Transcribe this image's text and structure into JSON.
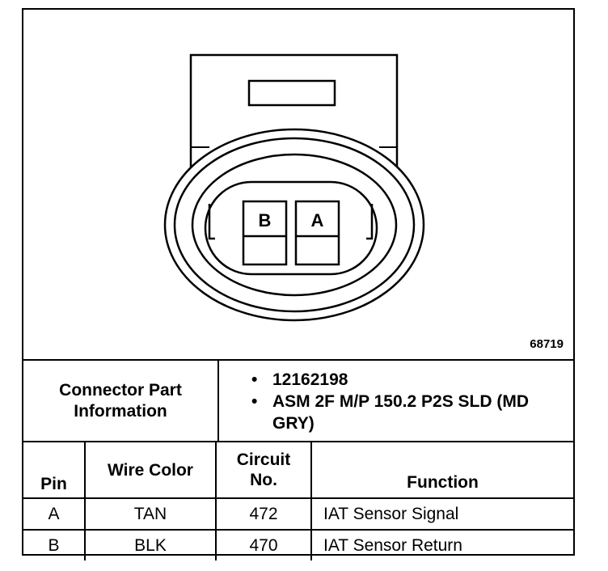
{
  "diagram": {
    "figure_number": "68719",
    "terminals": [
      {
        "label": "B"
      },
      {
        "label": "A"
      }
    ]
  },
  "connector_info": {
    "label_line1": "Connector Part",
    "label_line2": "Information",
    "parts": [
      "12162198",
      "ASM 2F M/P 150.2 P2S SLD (MD GRY)"
    ]
  },
  "pin_table": {
    "headers": {
      "pin": "Pin",
      "wire_color": "Wire Color",
      "circuit_line1": "Circuit",
      "circuit_line2": "No.",
      "function": "Function"
    },
    "rows": [
      {
        "pin": "A",
        "wire_color": "TAN",
        "circuit": "472",
        "function": "IAT Sensor Signal"
      },
      {
        "pin": "B",
        "wire_color": "BLK",
        "circuit": "470",
        "function": "IAT Sensor Return"
      }
    ]
  }
}
